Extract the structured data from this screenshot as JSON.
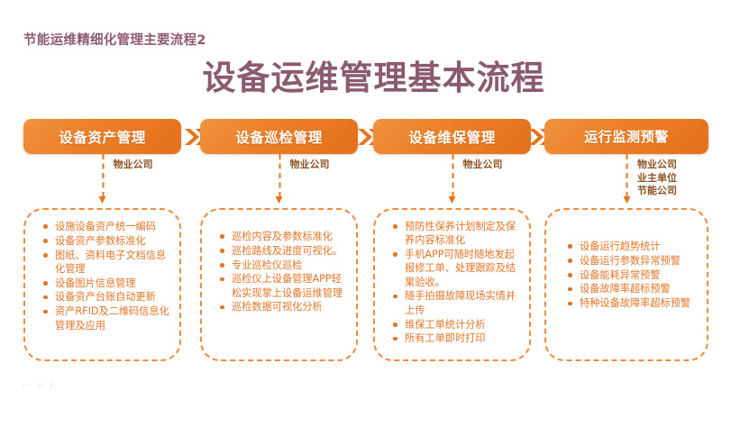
{
  "header": {
    "kicker": "节能运维精细化管理主要流程2",
    "title": "设备运维管理基本流程"
  },
  "colors": {
    "accent_orange": "#e8731c",
    "pill_gradient_start": "#f0923f",
    "pill_gradient_end": "#e4701b",
    "title_mauve": "#8a5a6e",
    "list_text": "#e0762a",
    "role_text": "#8a5426",
    "card_border": "#ef8b3f"
  },
  "flow": {
    "separator_icon": "double-chevron-right-icon",
    "columns": [
      {
        "id": "asset",
        "title": "设备资产管理",
        "roles": [
          "物业公司"
        ],
        "items": [
          "设施设备资产统一编码",
          "设备资产参数标准化",
          "图纸、资料电子文档信息化管理",
          "设备图片信息管理",
          "设备资产台账自动更新",
          "资产RFID及二维码信息化管理及应用"
        ]
      },
      {
        "id": "inspection",
        "title": "设备巡检管理",
        "roles": [
          "物业公司"
        ],
        "items": [
          "巡检内容及参数标准化",
          "巡检路线及进度可视化。",
          "专业巡检仪巡检",
          "巡检仪上设备管理APP轻松实现掌上设备运维管理",
          "巡检数据可视化分析"
        ]
      },
      {
        "id": "maintenance",
        "title": "设备维保管理",
        "roles": [
          "物业公司"
        ],
        "items": [
          "预防性保养计划制定及保养内容标准化",
          "手机APP可随时随地发起报修工单、处理跟踪及结果验收。",
          "随手拍摄故障现场实情并上传",
          "维保工单统计分析",
          "所有工单即时打印"
        ]
      },
      {
        "id": "monitoring",
        "title": "运行监测预警",
        "roles": [
          "物业公司",
          "业主单位",
          "节能公司"
        ],
        "items": [
          "设备运行趋势统计",
          "设备运行参数异常预警",
          "设备能耗异常预警",
          "设备故障率超标预警",
          "特种设备故障率超标预警"
        ]
      }
    ]
  }
}
